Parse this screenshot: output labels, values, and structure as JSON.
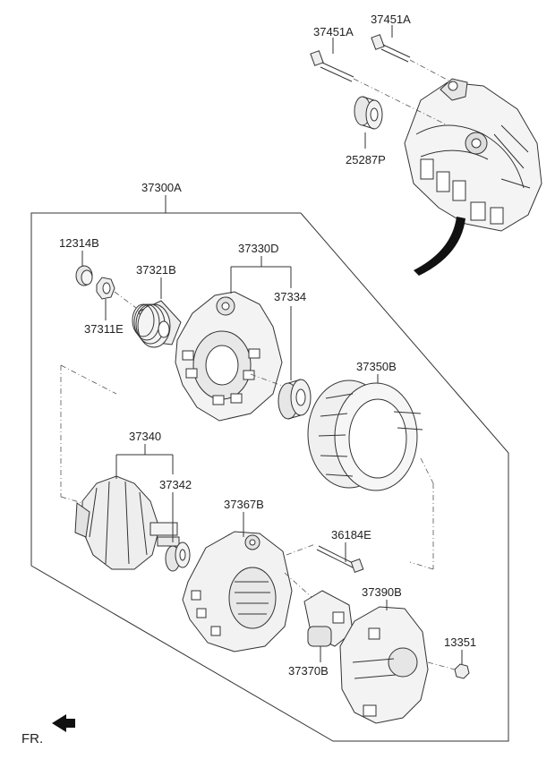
{
  "labels": {
    "bolt_a1": "37451A",
    "bolt_a2": "37451A",
    "bearing_p": "25287P",
    "alternator_assy": "37300A",
    "cap": "12314B",
    "pulley": "37321B",
    "nut": "37311E",
    "front_bracket_assy": "37330D",
    "front_bearing": "37334",
    "stator": "37350B",
    "rotor_assy": "37340",
    "rear_bearing": "37342",
    "rear_bracket": "37367B",
    "through_bolt": "36184E",
    "regulator": "37370B",
    "rear_cover": "37390B",
    "cover_nut": "13351",
    "front_indicator": "FR."
  }
}
